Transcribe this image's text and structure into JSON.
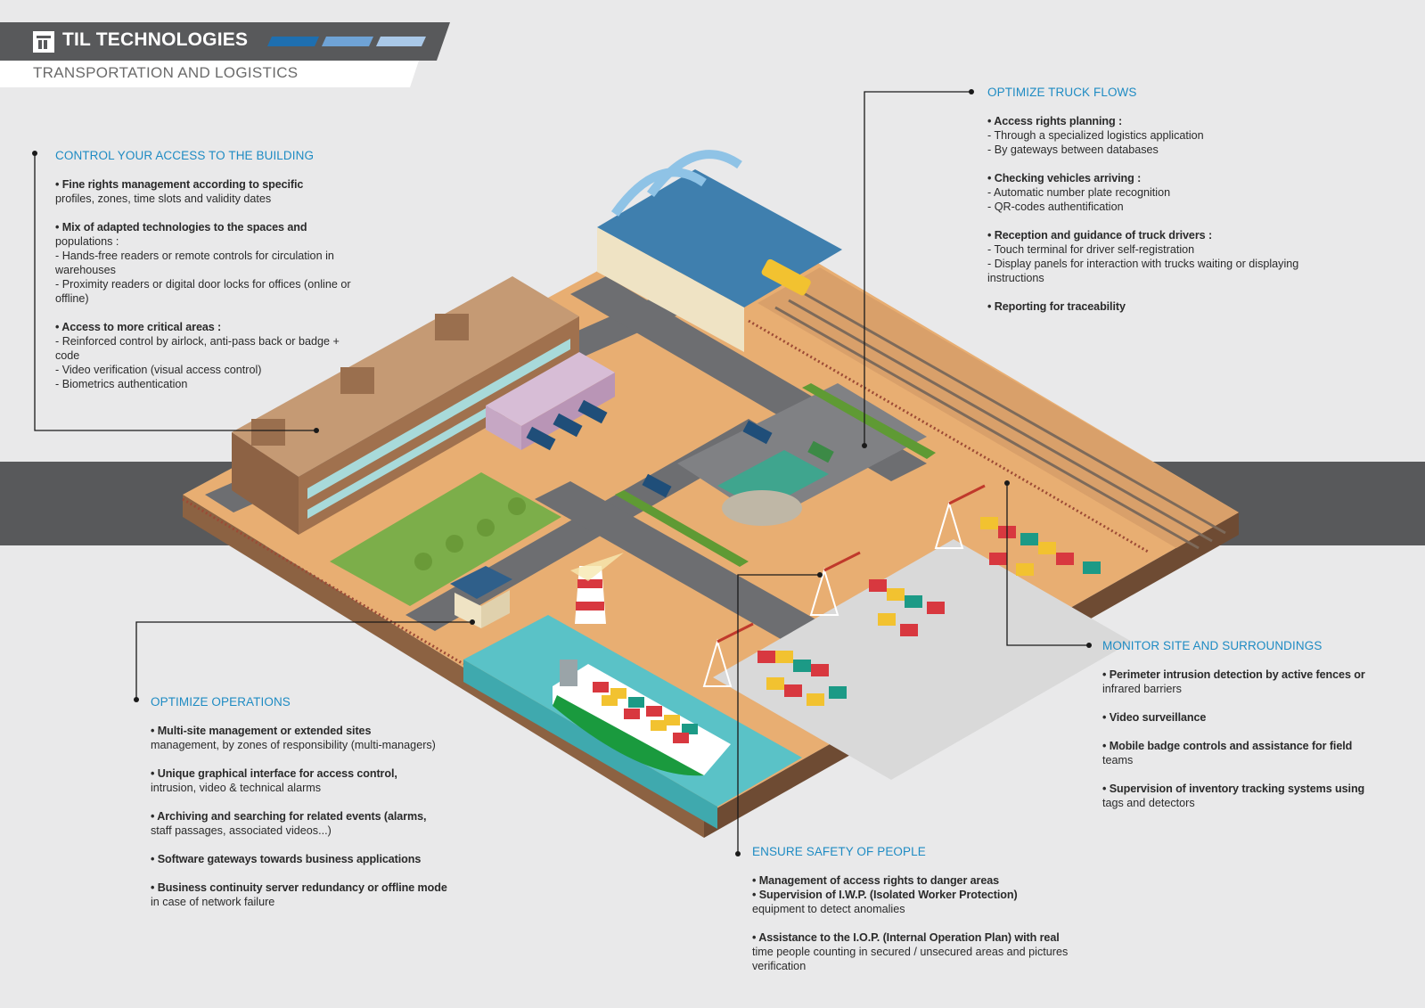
{
  "header": {
    "brand": "TIL TECHNOLOGIES",
    "subtitle": "TRANSPORTATION AND LOGISTICS",
    "colors": {
      "dark": "#58595b",
      "accent_1": "#1e6fb0",
      "accent_2": "#6fa3d6",
      "accent_3": "#a9c8e8",
      "title_blue": "#1e8bc3"
    }
  },
  "panels": {
    "access": {
      "title": "CONTROL YOUR ACCESS TO THE BUILDING",
      "lines": [
        "• Fine rights management according to specific",
        "profiles, zones, time slots and validity dates",
        "",
        "• Mix of adapted technologies to the spaces and",
        "populations :",
        "- Hands-free readers or remote controls for circulation in",
        "warehouses",
        "- Proximity readers or digital door locks for offices (online or",
        "offline)",
        "",
        "• Access to more critical areas :",
        "- Reinforced control by airlock, anti-pass back or badge +",
        "code",
        "- Video verification (visual access control)",
        "- Biometrics authentication"
      ]
    },
    "trucks": {
      "title": "OPTIMIZE TRUCK FLOWS",
      "lines": [
        "• Access rights planning :",
        "- Through a specialized logistics application",
        "- By gateways between databases",
        "",
        "• Checking vehicles arriving :",
        "- Automatic number plate recognition",
        "- QR-codes authentification",
        "",
        "• Reception and guidance of truck drivers :",
        "- Touch terminal for driver self-registration",
        "- Display panels for interaction with trucks waiting or displaying",
        "instructions",
        "",
        "• Reporting for traceability"
      ]
    },
    "operations": {
      "title": "OPTIMIZE OPERATIONS",
      "lines": [
        "• Multi-site management or extended sites",
        "management, by zones of responsibility (multi-managers)",
        "",
        "• Unique graphical interface for access control,",
        "intrusion, video & technical alarms",
        "",
        "• Archiving and searching for related events (alarms,",
        "staff passages, associated videos...)",
        "",
        "• Software gateways towards business applications",
        "",
        "• Business continuity server redundancy or offline mode",
        "in case of network failure"
      ]
    },
    "monitor": {
      "title": "MONITOR SITE AND SURROUNDINGS",
      "lines": [
        "• Perimeter intrusion detection by active fences or",
        "infrared barriers",
        "",
        "• Video surveillance",
        "",
        "• Mobile badge controls and assistance for field",
        "teams",
        "",
        "• Supervision of inventory tracking systems using",
        "tags and detectors"
      ]
    },
    "safety": {
      "title": "ENSURE SAFETY OF PEOPLE",
      "lines": [
        "• Management of access rights to danger areas",
        "• Supervision of I.W.P. (Isolated Worker Protection)",
        "equipment to detect anomalies",
        "",
        "• Assistance to the I.O.P. (Internal Operation Plan) with real",
        "time people counting in secured / unsecured areas and pictures",
        "verification"
      ]
    }
  }
}
